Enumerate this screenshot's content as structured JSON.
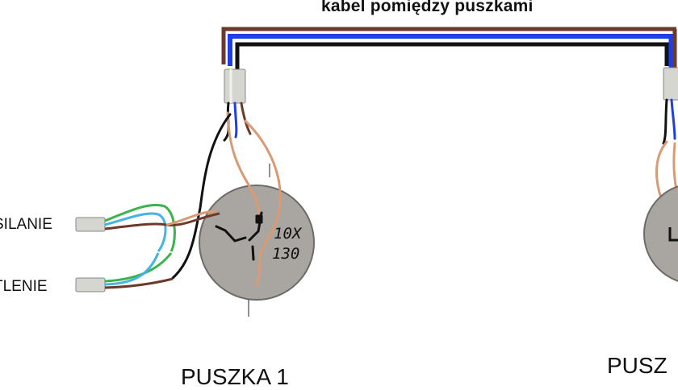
{
  "diagram": {
    "title": "kabel pomiędzy puszkami",
    "inputs": {
      "power_label": "SILANIE",
      "lighting_label": "TLENIE"
    },
    "boxes": [
      {
        "label": "PUSZKA 1",
        "switch_rating": "10X",
        "switch_code": "130"
      },
      {
        "label": "PUSZ"
      }
    ]
  },
  "colors": {
    "wire_brown": "#6b3a2a",
    "wire_blue": "#1f3fe6",
    "wire_black": "#111111",
    "wire_green": "#39b34a",
    "wire_cyan": "#42b4e6",
    "wire_copper": "#d99a74",
    "cable_sleeve": "#d4d6cf",
    "box_fill": "#a9a5a1"
  }
}
